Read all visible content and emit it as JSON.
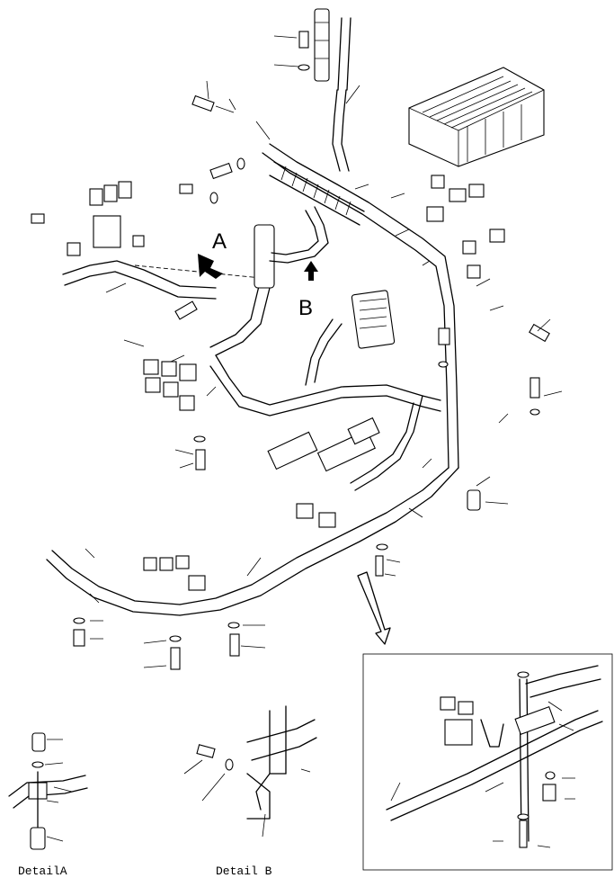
{
  "labels": {
    "view_a": "A",
    "view_b": "B"
  },
  "captions": {
    "detail_a": "DetailA",
    "detail_b": "Detail B"
  },
  "colors": {
    "ink": "#000000",
    "paper": "#ffffff"
  }
}
